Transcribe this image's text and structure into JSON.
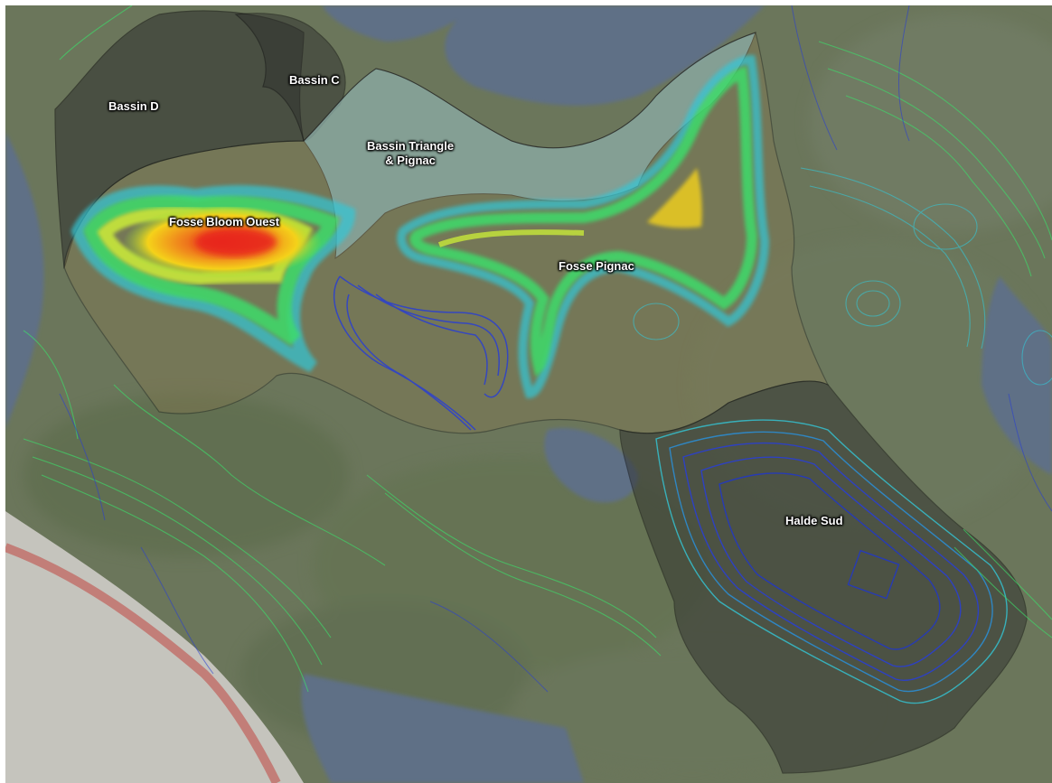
{
  "map": {
    "labels": {
      "bassin_d": "Bassin D",
      "bassin_c": "Bassin C",
      "bassin_triangle_line1": "Bassin Triangle",
      "bassin_triangle_line2": "& Pignac",
      "fosse_bloom_ouest": "Fosse Bloom Ouest",
      "fosse_pignac": "Fosse Pignac",
      "halde_sud": "Halde Sud"
    },
    "colors": {
      "terrain": "#6e7a5e",
      "water": "#5e6f85",
      "sand": "#c9c7c2",
      "contour_green": "#3ddc6a",
      "contour_blue": "#2a3fd0",
      "contour_cyan": "#33c8d8",
      "basin_fill": "#3a3a3a",
      "triangle_fill": "#8fd8ee",
      "pit_hot": "#e8261c",
      "pit_warm": "#f4d21a"
    }
  }
}
